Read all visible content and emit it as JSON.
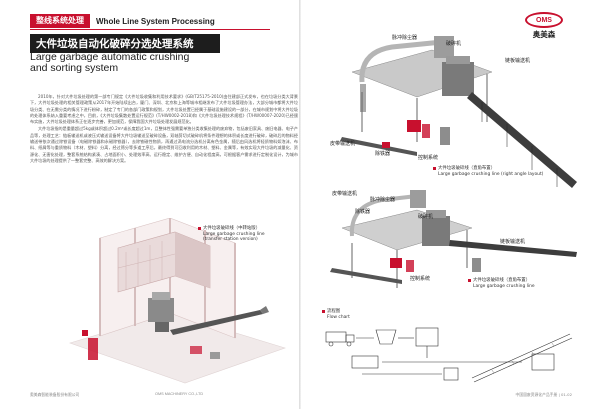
{
  "header": {
    "tag_cn": "整线系统处理",
    "tag_en": "Whole Line System Processing",
    "title_cn": "大件垃圾自动化破碎分选处理系统",
    "title_en_line1": "Large garbage automatic crushing",
    "title_en_line2": "and sorting system"
  },
  "body": {
    "p1": "2010年，针对大件垃圾处理的第一部专门规定《大件垃圾收集和利用技术要求》(GB/T25175-2010)由住建部正式发布，也在垃圾分类大背景下，大件垃圾处理的相关管理政策从2017年开始陆续出台，厦门、深圳、北京和上海等城市相继发布了大件垃圾管理办法，大部分城市都将大件垃圾分类、在无需分类的情况下进行粉碎，制定了专门的各部门政策和规划，大件垃圾处置已经属于基础设施建设的一部分，在城市规划中将大件垃圾的处理体系纳入重要考虑之中，目前，《大件垃圾集散处置运行规范》(T/HW0002-2018)和《大件垃圾处理技术规程》(T/HW00007-2020)已经颁布实施，大件垃圾处理体系正在逐步完善，更加规范，保障我国大件垃圾处理发展规范化。",
    "p2": "大件垃圾指的是重量超过5kg或体积超过0.2m³或长度超过1m，且整体性强需要单独分类收集处理的废弃物，包括废旧家具、废旧电器、电子产品等，处理工艺：链板输送机或液压式输送设备将大件垃圾输送至破碎设备，双轴剪切式破碎机将条件理想的体积或长度进行破碎，破碎后的物料经输送带依次通过除铁设备（电磁除铁器和永磁除铁器），去除铁磁性物质，再通过涡电流分选机分离有色金属，随后由风选机将轻质物料如泡沫、布料、纸屑等与重质物料（木材、塑料）分离，经过筛分等多道工序后，最终得到可回收利用的木材、塑料、金属等，有效实现大件垃圾的减量化、资源化、无害化处理，整套系统结构紧凑、占地面积小、处理效率高、运行稳定、维护方便、自动化程度高，可根据客户需求进行定制化设计，为城市大件垃圾的处理提供了一整套完整、高效的解决方案。"
  },
  "captions": {
    "transfer_cn": "大件垃圾破碎线（中转站版）",
    "transfer_en": "Large garbage crushing line",
    "transfer_en2": "(transfer station version)",
    "right_angle_cn": "大件垃圾破碎线（直角布置）",
    "right_angle_en": "Large garbage crushing line (right angle layout)",
    "straight_cn": "大件垃圾破碎线（直角布置）",
    "straight_en": "Large garbage crushing line",
    "flow_cn": "流程图",
    "flow_en": "Flow chart"
  },
  "labels_top": {
    "dust": "脉冲除尘器",
    "crusher": "破碎机",
    "chain": "链板输送机",
    "belt": "皮带输送机",
    "iron": "除铁器",
    "control": "控制系统"
  },
  "labels_mid": {
    "belt": "皮带输送机",
    "dust": "脉冲除尘器",
    "iron": "除铁器",
    "crusher": "破碎机",
    "chain": "链板输送机",
    "control": "控制系统"
  },
  "logo": {
    "mark": "OMS",
    "name": "奥美森"
  },
  "footer": {
    "left_cn": "奥美森智能装备股份有限公司",
    "left_en": "OMS MACHINERY CO.,LTD",
    "right": "中国固废资源化产品手册 | 01-02"
  },
  "colors": {
    "accent": "#c8102e",
    "machine": "#7a7a7a",
    "frame": "#d7bcbc"
  }
}
